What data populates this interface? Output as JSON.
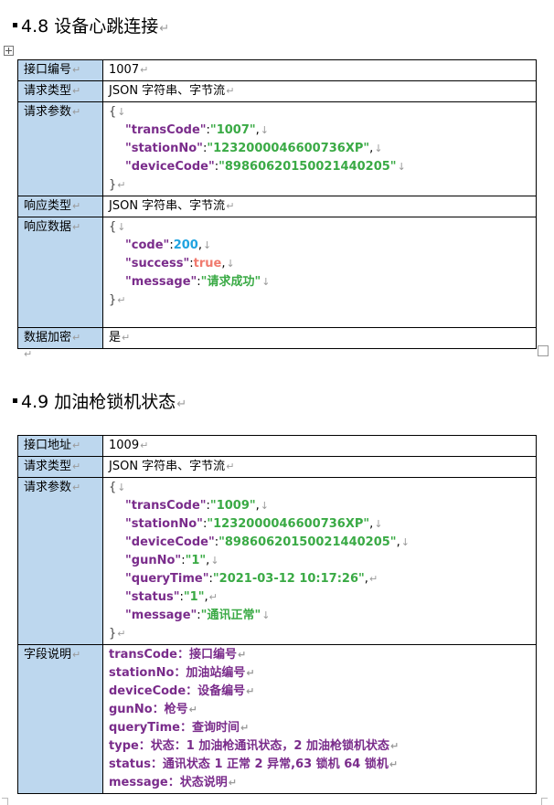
{
  "para_mark": "↵",
  "line_break": "↓",
  "section_48": {
    "title": "4.8  设备心跳连接",
    "rows": {
      "interface": {
        "label": "接口编号",
        "value": "1007"
      },
      "request_type": {
        "label": "请求类型",
        "value": "JSON 字符串、字节流"
      },
      "request_params": {
        "label": "请求参数",
        "open": "{",
        "close": "}",
        "lines": [
          {
            "key": "\"transCode\"",
            "value": "\"1007\""
          },
          {
            "key": "\"stationNo\"",
            "value": "\"1232000046600736XP\""
          },
          {
            "key": "\"deviceCode\"",
            "value": "\"89860620150021440205\""
          }
        ]
      },
      "response_type": {
        "label": "响应类型",
        "value": "JSON 字符串、字节流"
      },
      "response_data": {
        "label": "响应数据",
        "open": "{",
        "close": "}",
        "lines": [
          {
            "key": "\"code\"",
            "value": "200"
          },
          {
            "key": "\"success\"",
            "value": "true"
          },
          {
            "key": "\"message\"",
            "value": "\"请求成功\""
          }
        ]
      },
      "encryption": {
        "label": "数据加密",
        "value": "是"
      }
    }
  },
  "section_49": {
    "title": "4.9 加油枪锁机状态",
    "rows": {
      "interface": {
        "label": "接口地址",
        "value": "1009"
      },
      "request_type": {
        "label": "请求类型",
        "value": "JSON 字符串、字节流"
      },
      "request_params": {
        "label": "请求参数",
        "open": "{",
        "close": "}",
        "lines": [
          {
            "key": "\"transCode\"",
            "value": "\"1009\""
          },
          {
            "key": "\"stationNo\"",
            "value": "\"1232000046600736XP\""
          },
          {
            "key": "\"deviceCode\"",
            "value": "\"89860620150021440205\""
          },
          {
            "key": "\"gunNo\"",
            "value": "\"1\""
          },
          {
            "key": "\"queryTime\"",
            "value": "\"2021-03-12 10:17:26\""
          },
          {
            "key": "\"status\"",
            "value": "\"1\""
          },
          {
            "key": "\"message\"",
            "value": "\"通讯正常\""
          }
        ]
      },
      "fields": {
        "label": "字段说明",
        "lines": [
          "transCode：接口编号",
          "stationNo：加油站编号",
          "deviceCode：设备编号",
          "gunNo：枪号",
          "queryTime：查询时间",
          "type：状态：1 加油枪通讯状态，2 加油枪锁机状态",
          "status：通讯状态 1 正常 2 异常,63 锁机 64 锁机",
          "message：状态说明"
        ]
      }
    }
  }
}
